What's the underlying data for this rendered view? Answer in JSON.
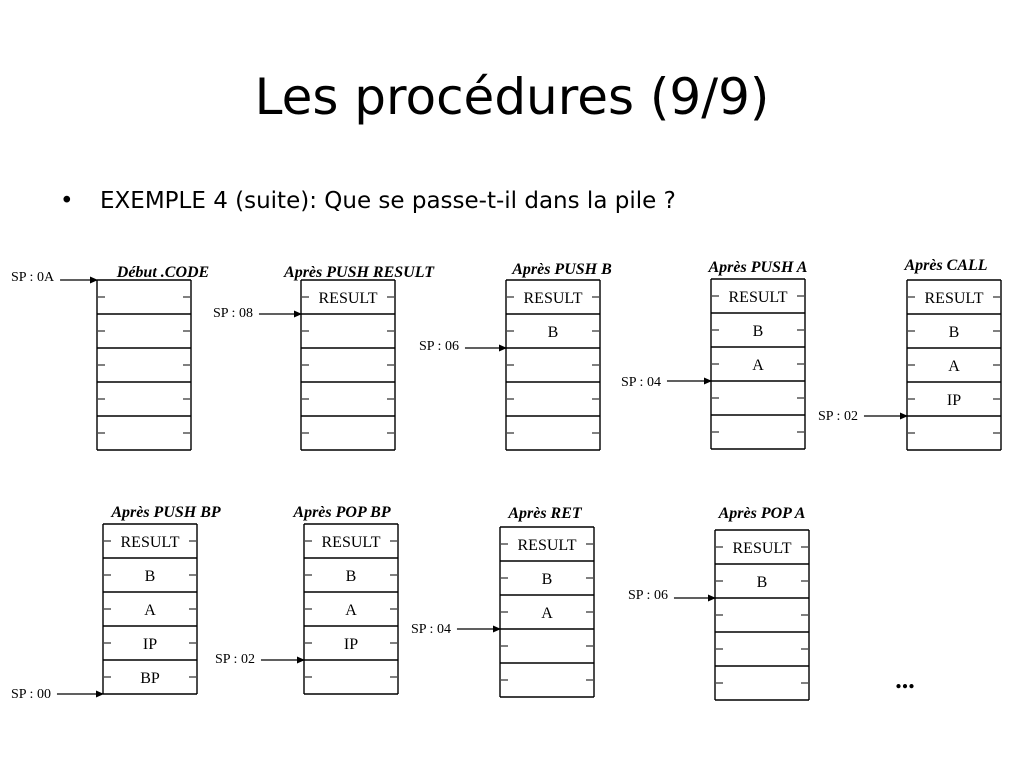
{
  "title": "Les procédures (9/9)",
  "bullet": {
    "marker": "•",
    "text": "EXEMPLE 4 (suite): Que se passe-t-il dans la pile ?"
  },
  "stacks": [
    {
      "caption": "Début .CODE",
      "cells": [
        "",
        "",
        "",
        "",
        ""
      ],
      "sp_label": "SP : 0A",
      "sp_index": 0
    },
    {
      "caption": "Après PUSH RESULT",
      "cells": [
        "RESULT",
        "",
        "",
        "",
        ""
      ],
      "sp_label": "SP : 08",
      "sp_index": 1
    },
    {
      "caption": "Après PUSH B",
      "cells": [
        "RESULT",
        "B",
        "",
        "",
        ""
      ],
      "sp_label": "SP : 06",
      "sp_index": 2
    },
    {
      "caption": "Après PUSH A",
      "cells": [
        "RESULT",
        "B",
        "A",
        "",
        ""
      ],
      "sp_label": "SP : 04",
      "sp_index": 3
    },
    {
      "caption": "Après CALL",
      "cells": [
        "RESULT",
        "B",
        "A",
        "IP",
        ""
      ],
      "sp_label": "SP : 02",
      "sp_index": 4
    },
    {
      "caption": "Après PUSH BP",
      "cells": [
        "RESULT",
        "B",
        "A",
        "IP",
        "BP"
      ],
      "sp_label": "SP : 00",
      "sp_index": 5
    },
    {
      "caption": "Après POP BP",
      "cells": [
        "RESULT",
        "B",
        "A",
        "IP",
        ""
      ],
      "sp_label": "SP : 02",
      "sp_index": 4
    },
    {
      "caption": "Après RET",
      "cells": [
        "RESULT",
        "B",
        "A",
        "",
        ""
      ],
      "sp_label": "SP : 04",
      "sp_index": 3
    },
    {
      "caption": "Après POP A",
      "cells": [
        "RESULT",
        "B",
        "",
        "",
        ""
      ],
      "sp_label": "SP : 06",
      "sp_index": 2
    }
  ],
  "ellipsis": "..."
}
